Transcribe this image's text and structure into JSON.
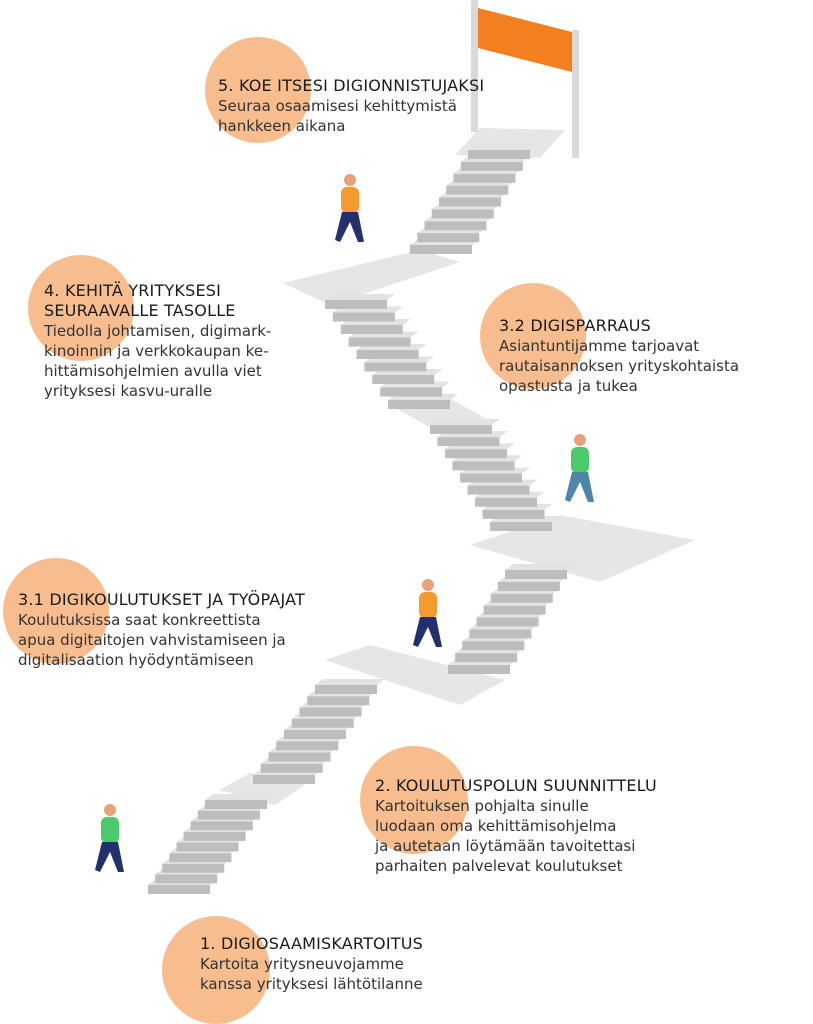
{
  "colors": {
    "circle": "#f8bd8e",
    "flag": "#f47f20",
    "stair_top": "#e3e3e3",
    "stair_riser": "#bdbdbd"
  },
  "steps": [
    {
      "title": "5. KOE ITSESI DIGIONNISTUJAKSI",
      "lines": [
        "Seuraa osaamisesi kehittymistä",
        "hankkeen aikana"
      ]
    },
    {
      "title_lines": [
        "4. KEHITÄ YRITYKSESI",
        "SEURAAVALLE TASOLLE"
      ],
      "lines": [
        "Tiedolla johtamisen, digimark-",
        "kinoinnin  ja verkkokaupan ke-",
        "hittämisohjelmien avulla viet",
        "yrityksesi  kasvu-uralle"
      ]
    },
    {
      "title": "3.2 DIGISPARRAUS",
      "lines": [
        "Asiantuntijamme tarjoavat",
        "rautaisannoksen yrityskohtaista",
        "opastusta ja tukea"
      ]
    },
    {
      "title": "3.1 DIGIKOULUTUKSET JA TYÖPAJAT",
      "lines": [
        "Koulutuksissa saat konkreettista",
        "apua digitaitojen vahvistamiseen ja",
        "digitalisaation hyödyntämiseen"
      ]
    },
    {
      "title": "2. KOULUTUSPOLUN SUUNNITTELU",
      "lines": [
        "Kartoituksen pohjalta sinulle",
        "luodaan oma kehittämisohjelma",
        "ja autetaan löytämään tavoitettasi",
        "parhaiten palvelevat koulutukset"
      ]
    },
    {
      "title": "1. DIGIOSAAMISKARTOITUS",
      "lines": [
        "Kartoita yritysneuvojamme",
        "kanssa yrityksesi lähtötilanne"
      ]
    }
  ]
}
